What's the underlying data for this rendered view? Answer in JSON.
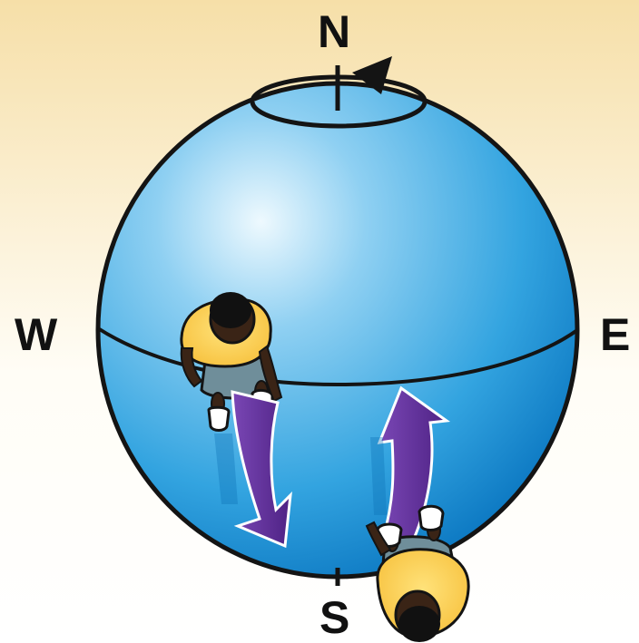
{
  "labels": {
    "north": "N",
    "south": "S",
    "west": "W",
    "east": "E"
  },
  "colors": {
    "background_top": "#f6dfa8",
    "background_bottom": "#ffffff",
    "globe_light": "#e6f6fd",
    "globe_mid": "#58b8ea",
    "globe_dark": "#0f7fc8",
    "outline": "#141414",
    "arrow": "#5b2d8e",
    "shirt": "#ffd45a",
    "shorts": "#6f8e9a",
    "skin": "#3a2416",
    "hair": "#111111"
  }
}
